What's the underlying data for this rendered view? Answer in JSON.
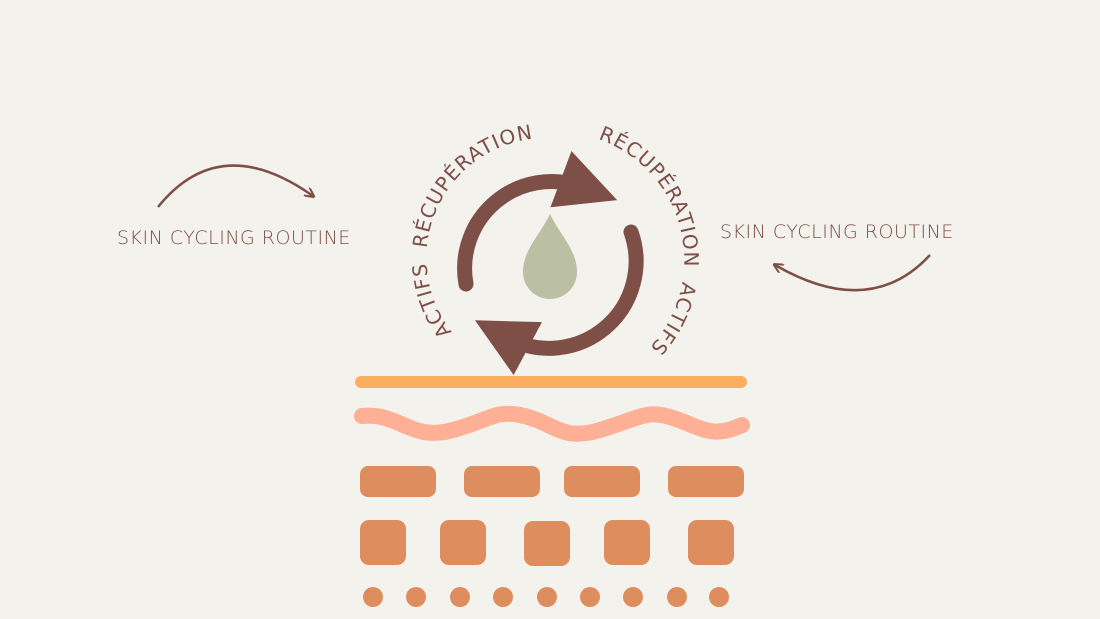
{
  "left_label": "SKIN CYCLING ROUTINE",
  "right_label": "SKIN CYCLING ROUTINE",
  "ring_left": {
    "word1": "ACTIFS",
    "word2": "RÉCUPÉRATION"
  },
  "ring_right": {
    "word1": "RÉCUPÉRATION",
    "word2": "ACTIFS"
  },
  "colors": {
    "background": "#f4f2ed",
    "brown": "#7d4f47",
    "drop": "#bbbfa4",
    "top_line": "#fbae5f",
    "wave": "#fdb095",
    "cells": "#de8e5e"
  }
}
